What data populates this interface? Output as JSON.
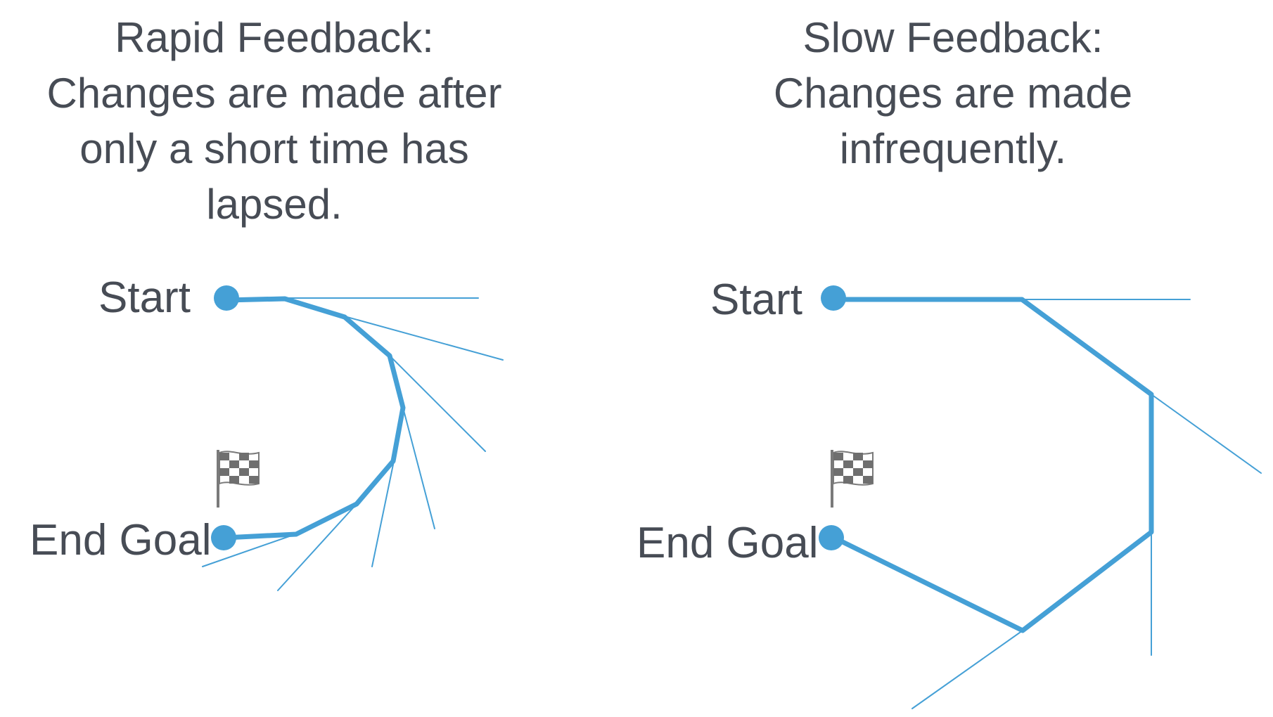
{
  "colors": {
    "accent": "#45a0d6",
    "text": "#474c55",
    "flag": "#7a7a7a"
  },
  "panels": {
    "rapid": {
      "heading": [
        "Rapid Feedback:",
        "Changes are made after",
        "only a short time has",
        "lapsed."
      ],
      "start_label": "Start",
      "goal_label": "End Goal",
      "flag_icon": "checkered-flag"
    },
    "slow": {
      "heading": [
        "Slow Feedback:",
        "Changes are made",
        "infrequently."
      ],
      "start_label": "Start",
      "goal_label": "End Goal",
      "flag_icon": "checkered-flag"
    }
  }
}
